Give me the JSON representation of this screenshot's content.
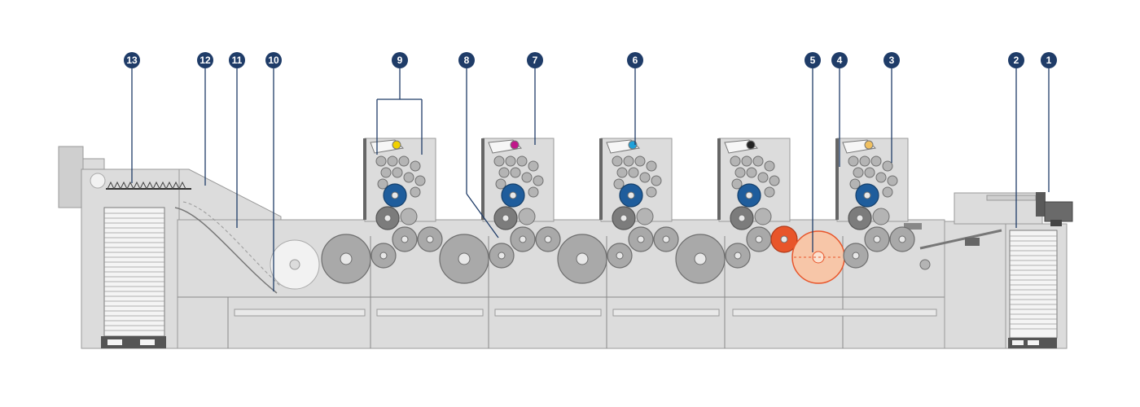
{
  "diagram": {
    "markers": [
      {
        "label": "13",
        "name": "delivery-pile"
      },
      {
        "label": "12",
        "name": "delivery-chain-gripper"
      },
      {
        "label": "11",
        "name": "delivery-path"
      },
      {
        "label": "10",
        "name": "delivery-drum"
      },
      {
        "label": "9",
        "name": "printing-unit-black"
      },
      {
        "label": "8",
        "name": "transfer-drum"
      },
      {
        "label": "7",
        "name": "printing-unit-magenta"
      },
      {
        "label": "6",
        "name": "printing-unit-cyan"
      },
      {
        "label": "5",
        "name": "double-size-impression-drum"
      },
      {
        "label": "4",
        "name": "printing-unit-first"
      },
      {
        "label": "3",
        "name": "inking-unit"
      },
      {
        "label": "2",
        "name": "feeder-pile"
      },
      {
        "label": "1",
        "name": "suction-head"
      }
    ],
    "colors": {
      "marker_fill": "#1f3c68",
      "plate_blue": "#1f5d9c",
      "ink_yellow": "#f0d000",
      "ink_magenta": "#c0188a",
      "ink_cyan": "#1fa0d8",
      "ink_black": "#222222",
      "ink_yellow_last": "#f0c060",
      "drum_orange": "#e8552a",
      "drum_orange_light": "#f7c6a8",
      "machine_body": "#dcdcdc"
    }
  }
}
